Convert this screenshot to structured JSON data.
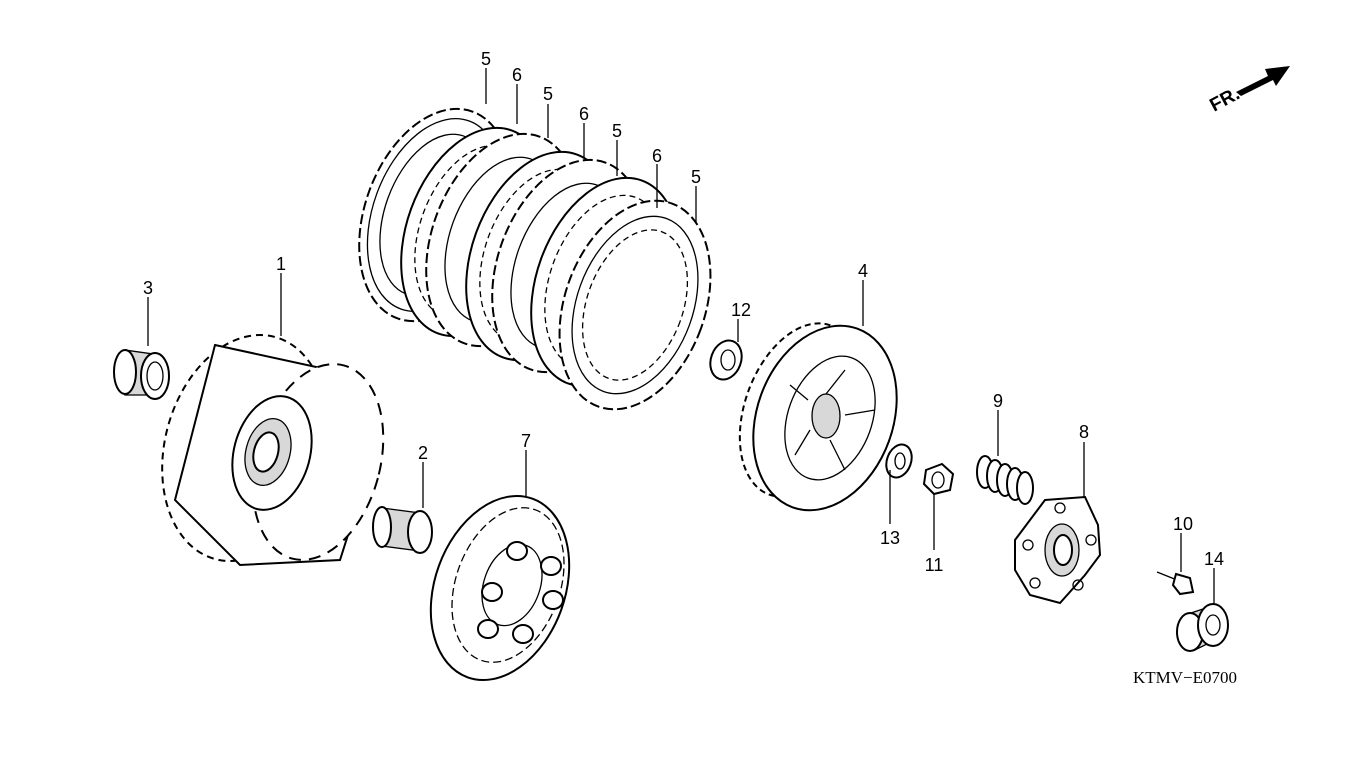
{
  "diagram": {
    "code": "KTMV−E0700",
    "direction_label": "FR.",
    "callouts": [
      "5",
      "6",
      "5",
      "6",
      "5",
      "6",
      "5",
      "1",
      "3",
      "2",
      "7",
      "12",
      "4",
      "9",
      "8",
      "13",
      "11",
      "10",
      "14"
    ]
  }
}
